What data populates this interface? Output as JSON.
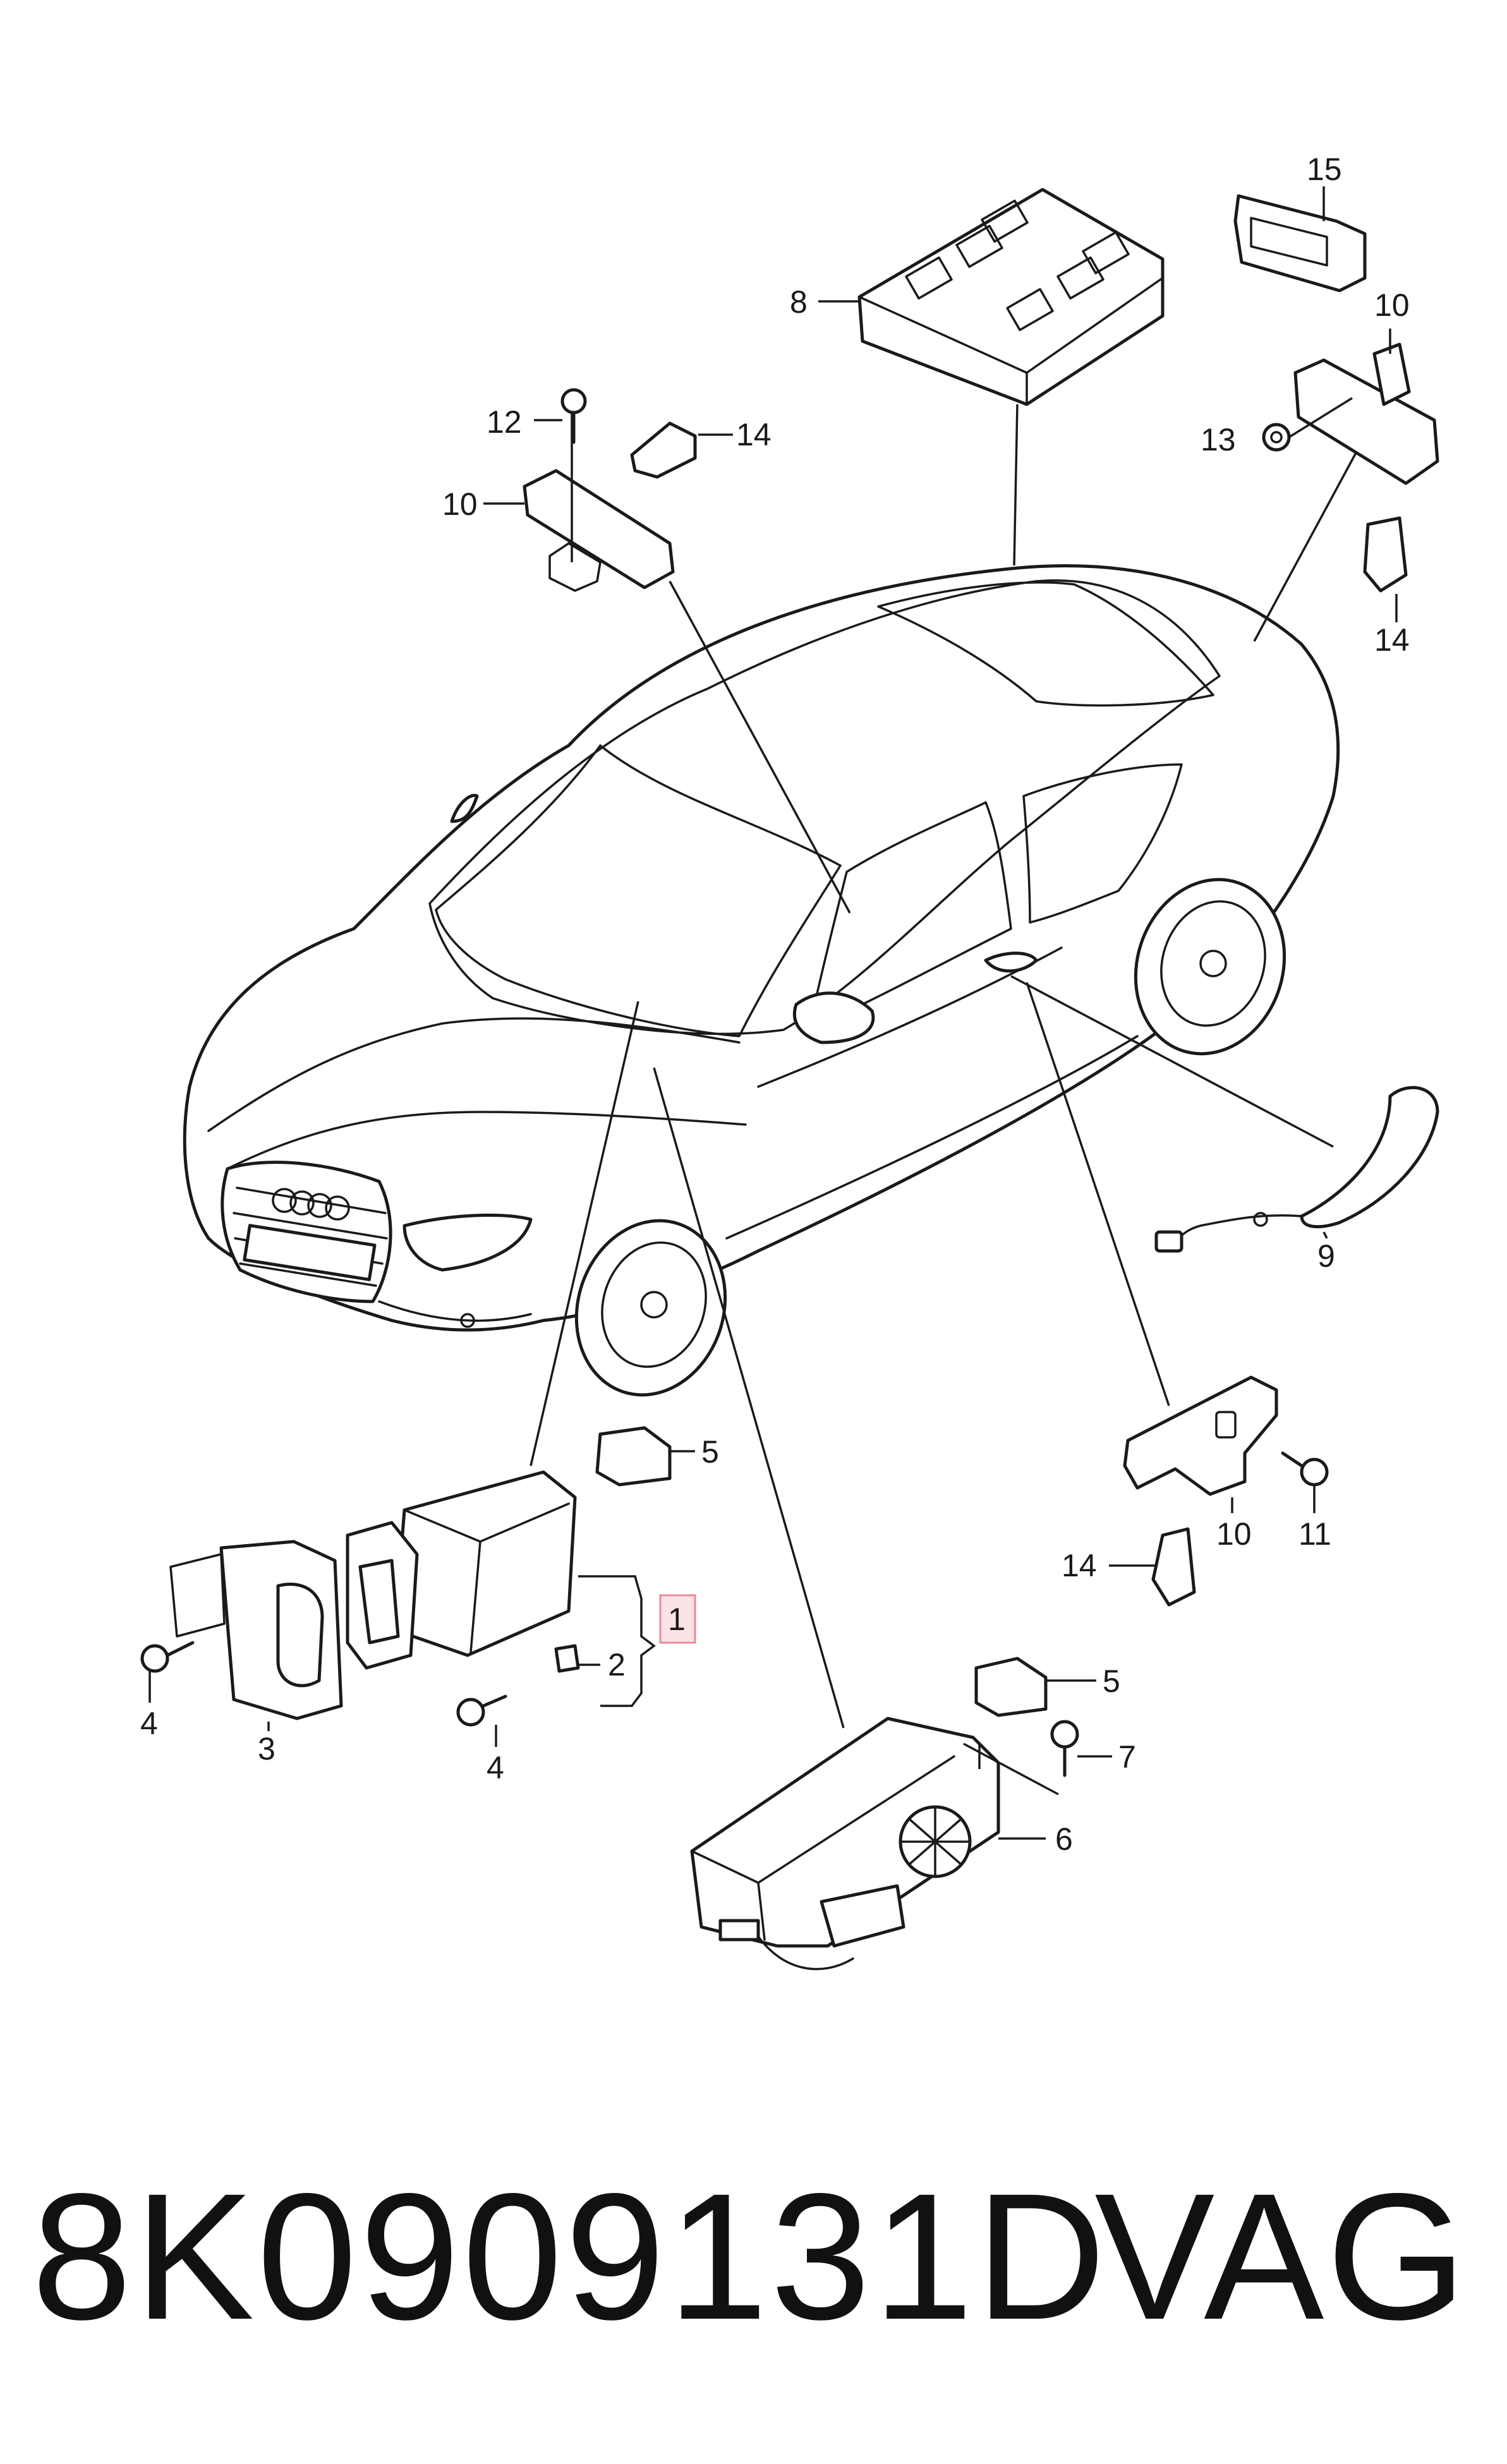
{
  "labels": {
    "l1": "1",
    "l2": "2",
    "l3": "3",
    "l4a": "4",
    "l4b": "4",
    "l5a": "5",
    "l5b": "5",
    "l6": "6",
    "l7": "7",
    "l8": "8",
    "l9": "9",
    "l10a": "10",
    "l10b": "10",
    "l10c": "10",
    "l11": "11",
    "l12": "12",
    "l13": "13",
    "l14a": "14",
    "l14b": "14",
    "l14c": "14",
    "l15": "15"
  },
  "footer": {
    "part_number": "8K0909131D",
    "brand": "VAG"
  },
  "colors": {
    "line": "#1a1a1a",
    "highlight_fill": "#fbe3e6",
    "highlight_stroke": "#e88a98"
  }
}
